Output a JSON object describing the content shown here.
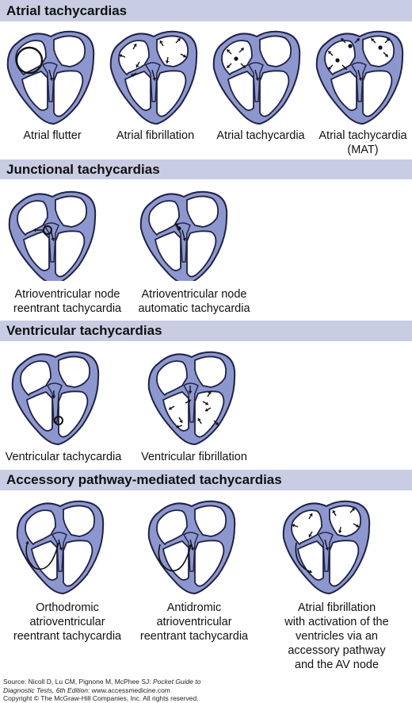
{
  "sections": {
    "atrial": {
      "title": "Atrial tachycardias",
      "captions": [
        "Atrial flutter",
        "Atrial fibrillation",
        "Atrial tachycardia",
        "Atrial tachycardia",
        "(MAT)"
      ]
    },
    "junctional": {
      "title": "Junctional tachycardias",
      "captions": [
        [
          "Atrioventricular node",
          "reentrant tachycardia"
        ],
        [
          "Atrioventricular node",
          "automatic tachycardia"
        ]
      ]
    },
    "ventricular": {
      "title": "Ventricular tachycardias",
      "captions": [
        "Ventricular tachycardia",
        "Ventricular fibrillation"
      ]
    },
    "accessory": {
      "title": "Accessory pathway-mediated tachycardias",
      "captions": [
        [
          "Orthodromic",
          "atrioventricular",
          "reentrant tachycardia"
        ],
        [
          "Antidromic",
          "atrioventricular",
          "reentrant tachycardia"
        ],
        [
          "Atrial fibrillation",
          "with activation of the",
          "ventricles via an",
          "accessory pathway",
          "and the AV node"
        ]
      ]
    }
  },
  "footer": {
    "source_prefix": "Source: Nicoll D, Lu CM, Pignone M, McPhee SJ: ",
    "book_line1": "Pocket Guide to",
    "book_line2": "Diagnostic Tests, 6th Edition",
    "site": ": www.accessmedicine.com",
    "copyright": "Copyright © The McGraw-Hill Companies, Inc. All rights reserved."
  },
  "colors": {
    "band": "#c9cde3",
    "heart_fill": "#8d97cf",
    "heart_stroke": "#1f2244"
  },
  "icons": [
    "heart-diagram-icon",
    "arrow-icon"
  ]
}
